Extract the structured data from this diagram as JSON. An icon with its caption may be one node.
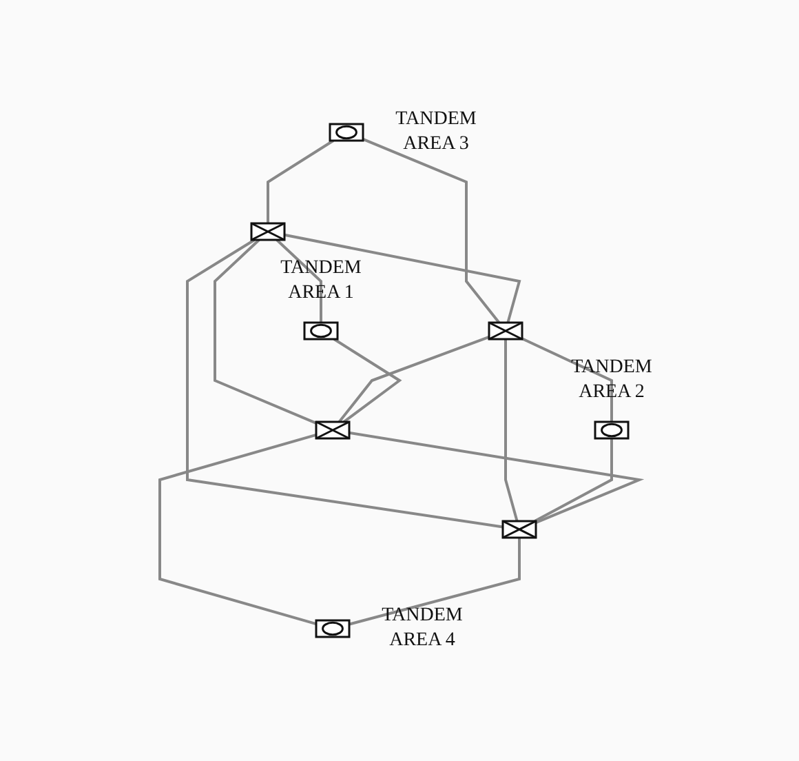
{
  "diagram": {
    "nodes": [
      {
        "text": [],
        "shape": "box",
        "beside": [
          "TANDEM AREA 3"
        ]
      },
      {
        "text": [],
        "shape": "box"
      },
      {
        "text": [],
        "shape": "box"
      },
      {
        "text": [],
        "shape": "box",
        "beside": [
          "TANDEM AREA 1"
        ]
      },
      {
        "text": [],
        "shape": "box",
        "beside": [
          "TANDEM AREA 2"
        ]
      },
      {
        "text": [],
        "shape": "box"
      },
      {
        "text": [],
        "shape": "box"
      },
      {
        "text": [],
        "shape": "box",
        "beside": [
          "TANDEM AREA 4"
        ]
      }
    ],
    "edges": [
      {
        "from": 0,
        "to": 1,
        "arrow": "none"
      },
      {
        "from": 0,
        "to": 2,
        "arrow": "none"
      },
      {
        "from": 1,
        "to": 2,
        "arrow": "none"
      },
      {
        "from": 1,
        "to": 3,
        "arrow": "none"
      },
      {
        "from": 1,
        "to": 5,
        "arrow": "none"
      },
      {
        "from": 1,
        "to": 6,
        "arrow": "none"
      },
      {
        "from": 2,
        "to": 4,
        "arrow": "none"
      },
      {
        "from": 2,
        "to": 5,
        "arrow": "none"
      },
      {
        "from": 2,
        "to": 6,
        "arrow": "none"
      },
      {
        "from": 3,
        "to": 5,
        "arrow": "none"
      },
      {
        "from": 4,
        "to": 6,
        "arrow": "none"
      },
      {
        "from": 5,
        "to": 6,
        "arrow": "none"
      },
      {
        "from": 5,
        "to": 7,
        "arrow": "none"
      },
      {
        "from": 6,
        "to": 7,
        "arrow": "none"
      }
    ]
  }
}
